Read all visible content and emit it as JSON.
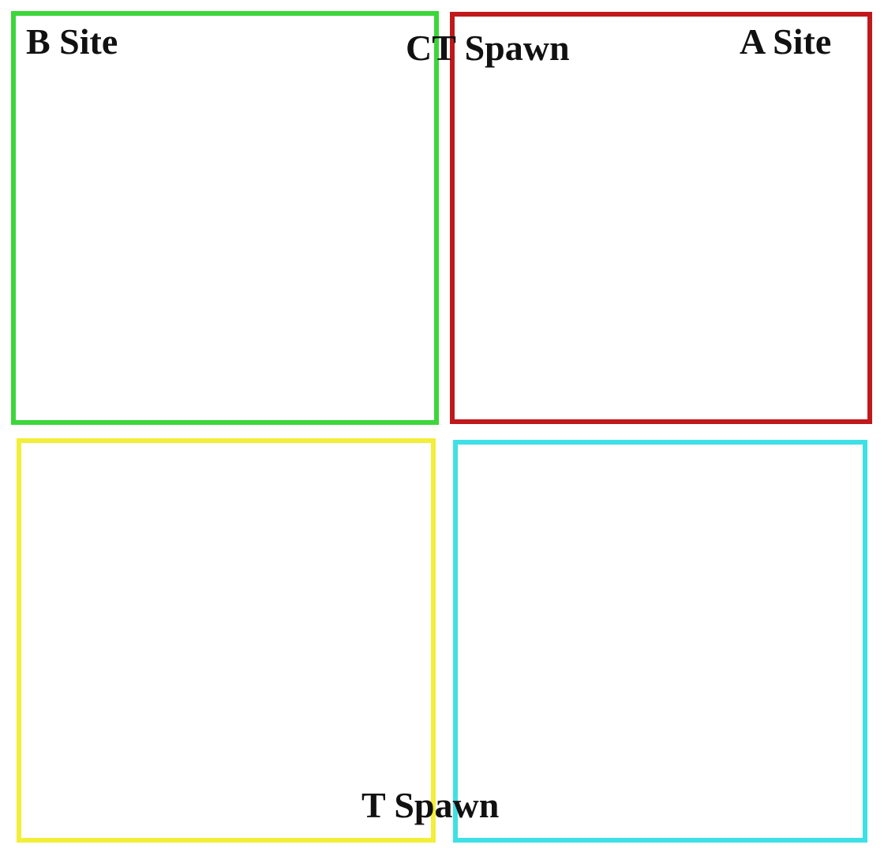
{
  "diagram": {
    "zones": [
      {
        "id": "top-left",
        "color": "#3cd63a",
        "label": "B Site"
      },
      {
        "id": "top-right",
        "color": "#c0191c",
        "label": "A Site"
      },
      {
        "id": "bottom-left",
        "color": "#f2ee3a",
        "label": ""
      },
      {
        "id": "bottom-right",
        "color": "#3ee0e6",
        "label": ""
      }
    ],
    "labels": {
      "b_site": "B Site",
      "ct_spawn": "CT Spawn",
      "a_site": "A Site",
      "t_spawn": "T Spawn"
    }
  }
}
